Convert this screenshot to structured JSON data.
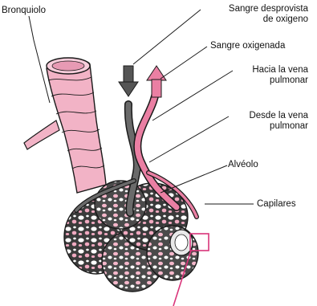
{
  "labels": {
    "bronquiolo": "Bronquiolo",
    "sangre_desprovista": [
      "Sangre desprovista",
      "de oxigeno"
    ],
    "sangre_oxigenada": "Sangre oxigenada",
    "hacia_vena": [
      "Hacia la vena",
      "pulmonar"
    ],
    "desde_vena": [
      "Desde la vena",
      "pulmonar"
    ],
    "alveolo": "Alvéolo",
    "capilares": "Capilares"
  },
  "colors": {
    "bronchiole_pink": "#f2b3c6",
    "pink_vessel": "#ea7fa3",
    "dark_vessel": "#555555",
    "outline": "#1a1a1a",
    "leader_pink": "#d9357a"
  }
}
